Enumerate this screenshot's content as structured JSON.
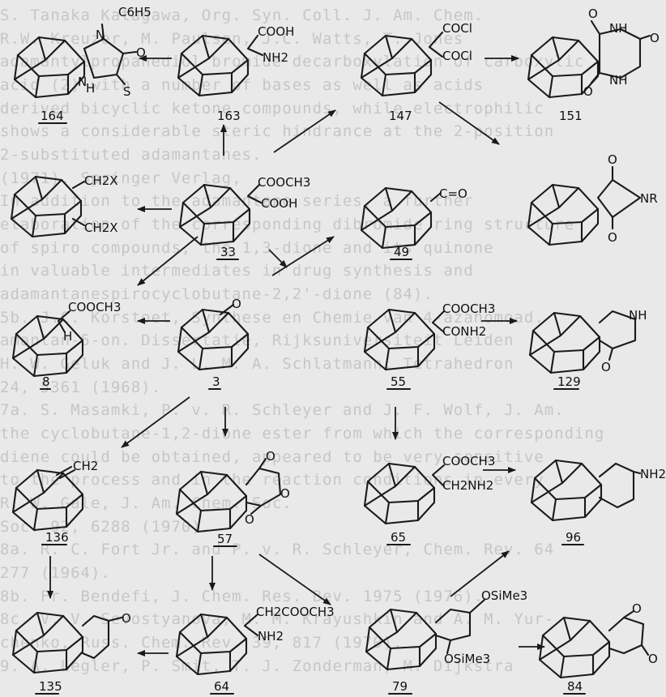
{
  "background_text": [
    "S. Tanaka Katagawa, Org. Syn. Coll. J. Am. Chem.",
    "R.W. Kreuzer, M. Paulsen, J.C. Watts, T. Jones",
    "adamantylpropanediol bromide decarboxylation of carboxylic",
    "acid (2) with a number of bases as well as acids",
    "derived bicyclic ketone compounds, while electrophilic",
    "shows a considerable steric hindrance at the 2-position",
    "2-substituted adamantanes.",
    "(1971). Springer Verlag,",
    "In addition to the adamantane series, a further",
    "elaboration of the corresponding dibromide ring structure",
    "of spiro compounds, the 1,3-dione and its quinone",
    "in valuable intermediates in drug synthesis and",
    "adamantanespirocyclobutane-2,2'-dione (84).",
    "5b.  J.C. Korstoet, Synthese en Chemie van 4-azahomoad.",
    "amantan-5-on. Dissertatie, Rijksuniversiteit Leiden",
    "H. W. Geluk and J. L. M. A. Schlatmann, Tetrahedron",
    "24, 5361 (1968).",
    "7a.  S. Masamki, P. v. R. Schleyer and J. F. Wolf, J. Am.",
    "the cyclobutane-1,2-dione ester from which the corresponding",
    "diene could be obtained, appeared to be very sensitive",
    "to the process and in the reaction conditions in every",
    "R. W. Gale, J. Am. Chem. Soc.",
    "Soc. 92, 6288 (1970).",
    "8a.  R. C. Fort Jr. and P. v. R. Schleyer, Chem. Rev. 64",
    "277 (1964).",
    "8b.  Fr. Bendefi, J. Chem. Res. Bev. 1975 (1976).",
    "8c.  V. V. Sevostyanova, M. M. Krayushkin and A. M. Yur-",
    "chenko, Russ. Chem. Rev. 39, 817 (1970).",
    "9.  A. Legler, P. Smit, T. J. Zonderman, M. Dijkstra"
  ],
  "compounds": [
    {
      "id": "164",
      "groups": [
        "C6H5",
        "N",
        "O",
        "N",
        "H",
        "S"
      ]
    },
    {
      "id": "163",
      "groups": [
        "COOH",
        "NH2"
      ]
    },
    {
      "id": "147",
      "groups": [
        "COCl",
        "COCl"
      ]
    },
    {
      "id": "151",
      "groups": [
        "O",
        "NH",
        "O",
        "NH",
        "O"
      ]
    },
    {
      "id": "",
      "groups": [
        "CH2X",
        "CH2X"
      ]
    },
    {
      "id": "33",
      "groups": [
        "COOCH3",
        "COOH"
      ]
    },
    {
      "id": "49",
      "groups": [
        "C=O"
      ]
    },
    {
      "id": "",
      "groups": [
        "O",
        "NR",
        "O"
      ]
    },
    {
      "id": "8",
      "groups": [
        "COOCH3",
        "H"
      ]
    },
    {
      "id": "3",
      "groups": [
        "O"
      ]
    },
    {
      "id": "55",
      "groups": [
        "COOCH3",
        "CONH2"
      ]
    },
    {
      "id": "129",
      "groups": [
        "NH",
        "O"
      ]
    },
    {
      "id": "136",
      "groups": [
        "CH2"
      ]
    },
    {
      "id": "57",
      "groups": [
        "O",
        "O",
        "O"
      ]
    },
    {
      "id": "65",
      "groups": [
        "COOCH3",
        "CH2NH2"
      ]
    },
    {
      "id": "96",
      "groups": [
        "NH2"
      ]
    },
    {
      "id": "135",
      "groups": [
        "O"
      ]
    },
    {
      "id": "64",
      "groups": [
        "CH2COOCH3",
        "NH2"
      ]
    },
    {
      "id": "79",
      "groups": [
        "OSiMe3",
        "OSiMe3"
      ]
    },
    {
      "id": "84",
      "groups": [
        "O",
        "O"
      ]
    }
  ]
}
